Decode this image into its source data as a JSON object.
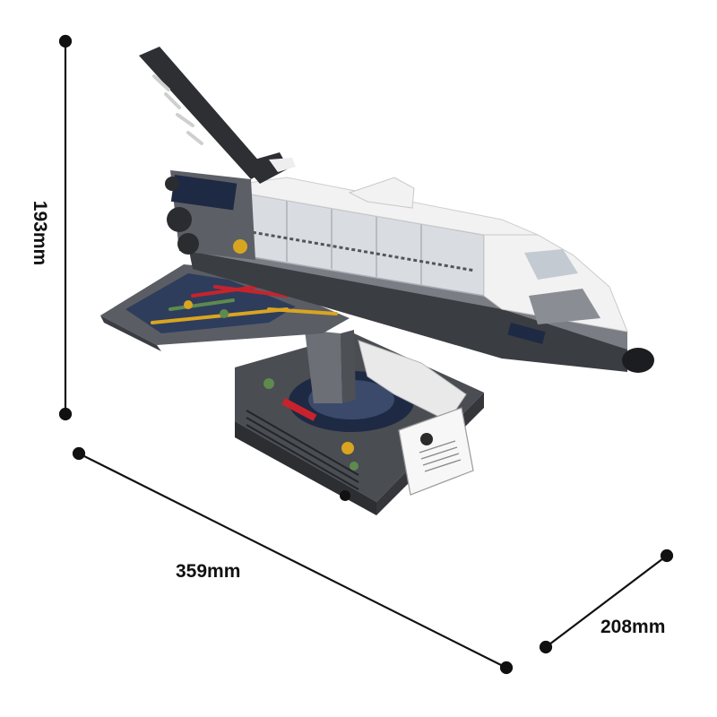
{
  "dimensions": {
    "height": "193mm",
    "length": "359mm",
    "width": "208mm"
  },
  "colors": {
    "line": "#111111",
    "hull_white": "#f2f2f2",
    "hull_dark": "#3a3d42",
    "hull_grey": "#7a7e84",
    "glass": "#d9dde2",
    "navy": "#1e2a44",
    "red_accent": "#c8232c",
    "gold_accent": "#d9a521",
    "green_accent": "#5e8a4e"
  },
  "product": {
    "subject": "space-shuttle-brick-model",
    "stand_plaque_icon": "planet-logo-icon"
  }
}
